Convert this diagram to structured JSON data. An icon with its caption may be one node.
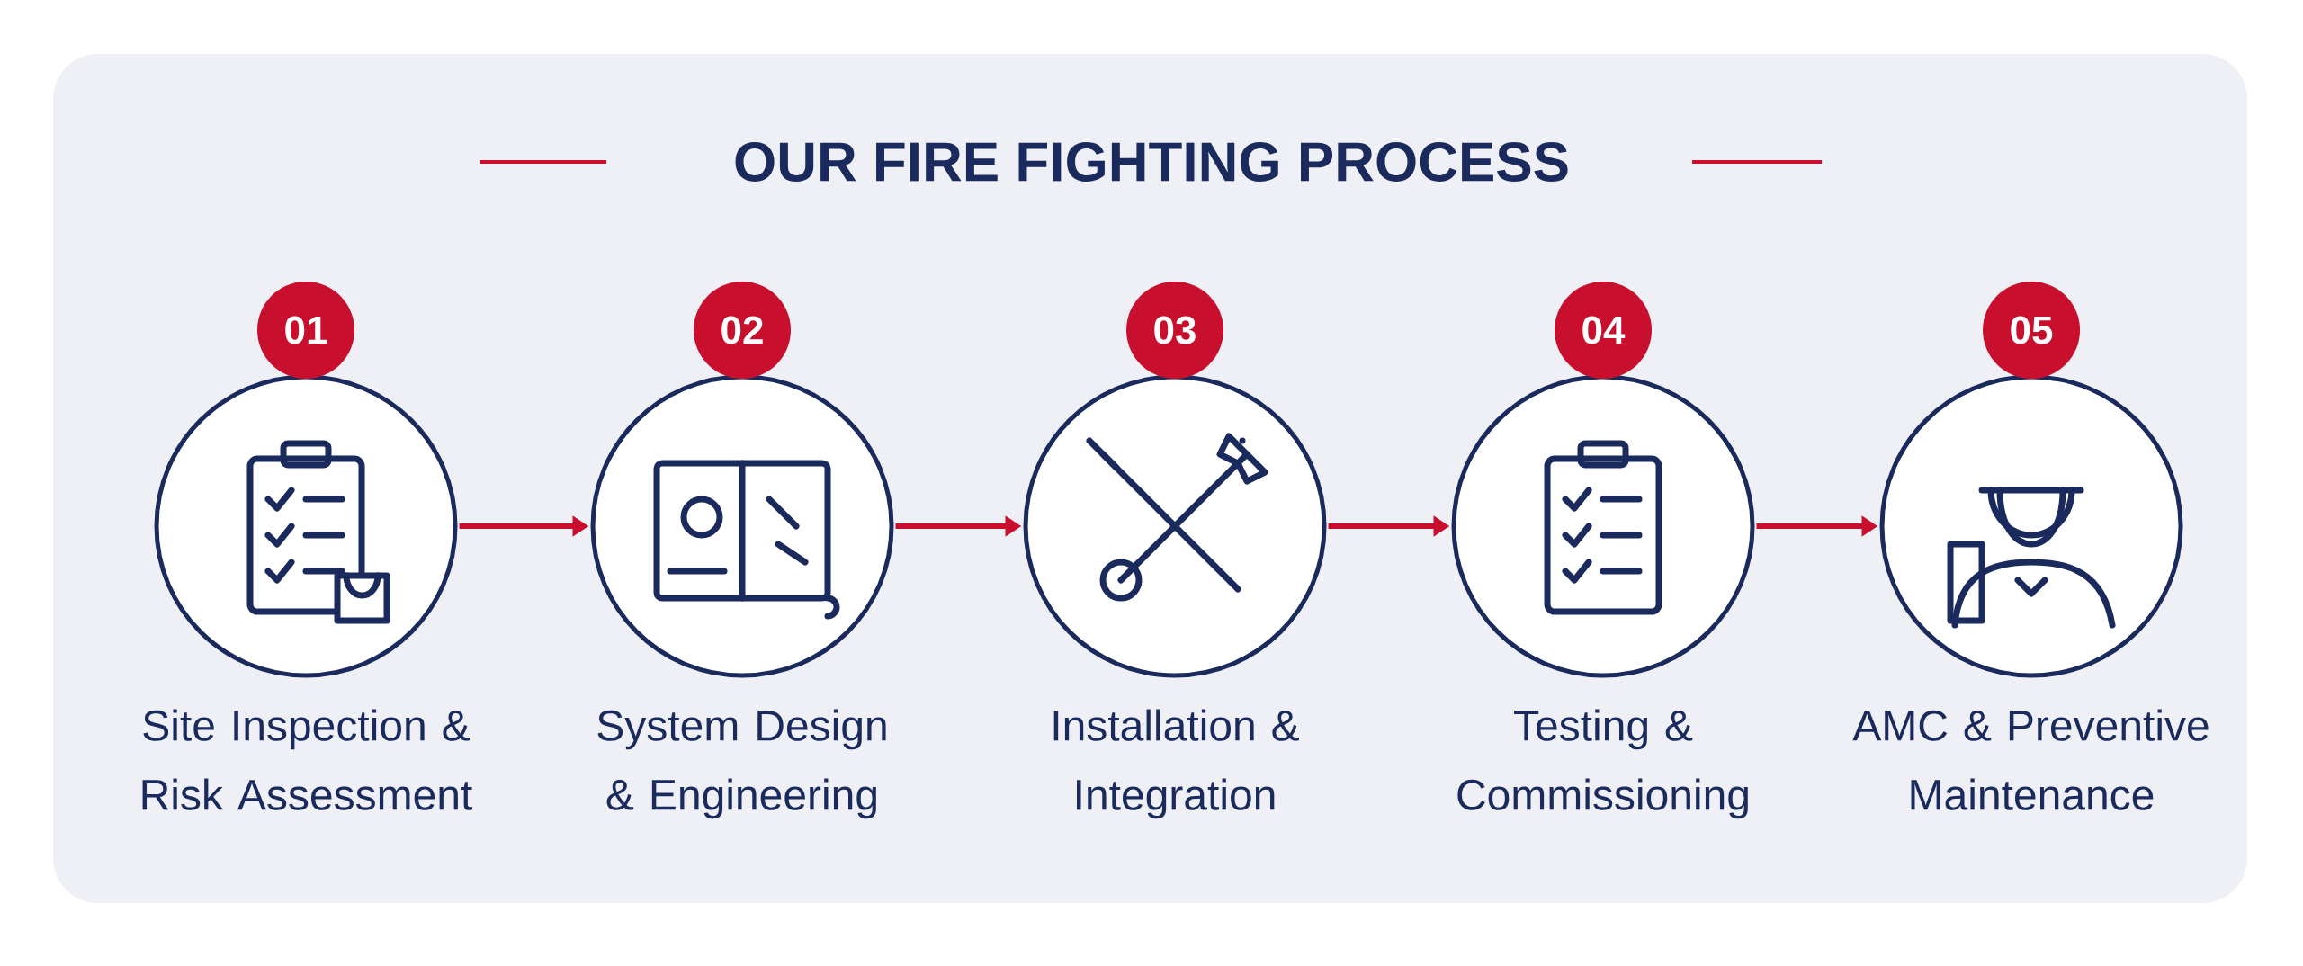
{
  "diagram": {
    "title": "OUR FIRE FIGHTING PROCESS",
    "nodes": [
      {
        "text": [
          "01",
          "Site Inspection & Risk Assessment"
        ]
      },
      {
        "text": [
          "02",
          "System Design & Engineering"
        ]
      },
      {
        "text": [
          "03",
          "Installation & Integration"
        ]
      },
      {
        "text": [
          "04",
          "Testing & Commissioning"
        ]
      },
      {
        "text": [
          "05",
          "AMC & Preventive Maintenance"
        ]
      }
    ],
    "edges": [
      {
        "from": 0,
        "to": 1,
        "arrow": "to"
      },
      {
        "from": 1,
        "to": 2,
        "arrow": "to"
      },
      {
        "from": 2,
        "to": 3,
        "arrow": "to"
      },
      {
        "from": 3,
        "to": 4,
        "arrow": "to"
      }
    ]
  }
}
